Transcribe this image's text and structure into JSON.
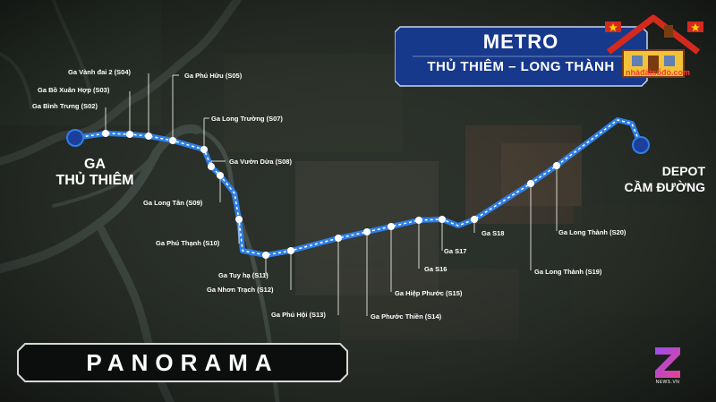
{
  "title": {
    "line1": "METRO",
    "line2": "THỦ THIÊM – LONG THÀNH"
  },
  "endpoints": {
    "start_line1": "GA",
    "start_line2": "THỦ THIÊM",
    "end_line1": "DEPOT",
    "end_line2": "CẦM ĐƯỜNG"
  },
  "stations": [
    {
      "name": "Ga Bình Trưng (S02)"
    },
    {
      "name": "Ga Bồ Xuân Hợp (S03)"
    },
    {
      "name": "Ga Vành đai 2 (S04)"
    },
    {
      "name": "Ga Phú Hữu (S05)"
    },
    {
      "name": "Ga Long Trường (S07)"
    },
    {
      "name": "Ga Vườn Dừa (S08)"
    },
    {
      "name": "Ga Long Tân (S09)"
    },
    {
      "name": "Ga Phú Thạnh (S10)"
    },
    {
      "name": "Ga Tuy hạ (S11)"
    },
    {
      "name": "Ga Nhơn Trạch (S12)"
    },
    {
      "name": "Ga Phú Hội (S13)"
    },
    {
      "name": "Ga Phước Thiền (S14)"
    },
    {
      "name": "Ga Hiệp Phước (S15)"
    },
    {
      "name": "Ga S16"
    },
    {
      "name": "Ga S17"
    },
    {
      "name": "Ga S18"
    },
    {
      "name": "Ga Long Thành (S19)"
    },
    {
      "name": "Ga Long Thành (S20)"
    }
  ],
  "brand": {
    "panorama": "PANORAMA",
    "publisher": "NEWS.VN",
    "watermark": "nhàđấtsổđỏ.com"
  },
  "colors": {
    "route": "#2f7fe6",
    "route_dash": "#ffffff",
    "title_bg": "#17398c",
    "endpoint": "#1c3f9c",
    "map_bg": "#1e2420"
  }
}
